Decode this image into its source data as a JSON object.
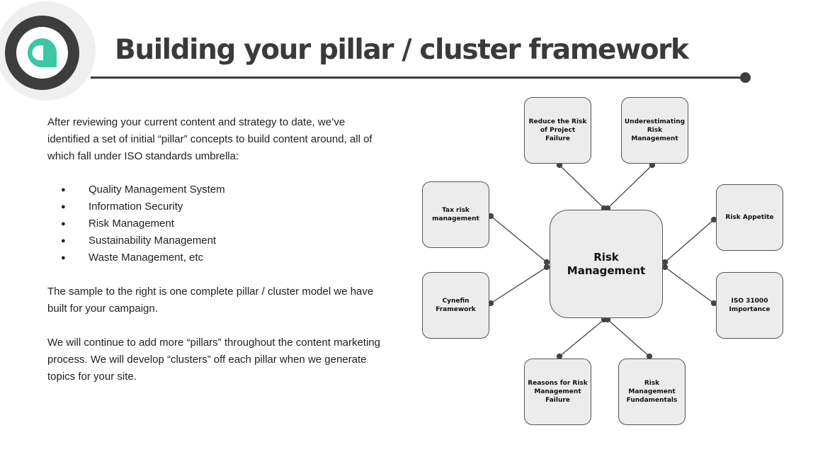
{
  "title": "Building your pillar / cluster framework",
  "intro": "After reviewing your current content and strategy to date, we’ve identified a set of initial “pillar” concepts to build content around, all of which fall under ISO standards  umbrella:",
  "bullets": [
    "Quality Management System",
    "Information Security",
    "Risk Management",
    "Sustainability Management",
    "Waste Management, etc"
  ],
  "sample_text": "The sample to the right is one complete pillar / cluster model we have built for your campaign.",
  "continue_text": "We will continue to add more “pillars” throughout the content marketing process. We will develop “clusters” off each pillar when we generate topics for your site.",
  "diagram": {
    "hub": "Risk Management",
    "clusters": [
      {
        "id": "reduce-risk-project-failure",
        "label": "Reduce the Risk of Project Failure"
      },
      {
        "id": "underestimating-risk-management",
        "label": "Underestimating Risk Management"
      },
      {
        "id": "tax-risk-management",
        "label": "Tax risk management"
      },
      {
        "id": "risk-appetite",
        "label": "Risk Appetite"
      },
      {
        "id": "cynefin-framework",
        "label": "Cynefin Framework"
      },
      {
        "id": "iso-31000-importance",
        "label": "ISO 31000 Importance"
      },
      {
        "id": "reasons-risk-management-failure",
        "label": "Reasons for Risk Management Failure"
      },
      {
        "id": "risk-management-fundamentals",
        "label": "Risk Management Fundamentals"
      }
    ]
  },
  "colors": {
    "accent": "#3cc6a3",
    "dark": "#3d3d3d",
    "node_fill": "#ececec"
  }
}
